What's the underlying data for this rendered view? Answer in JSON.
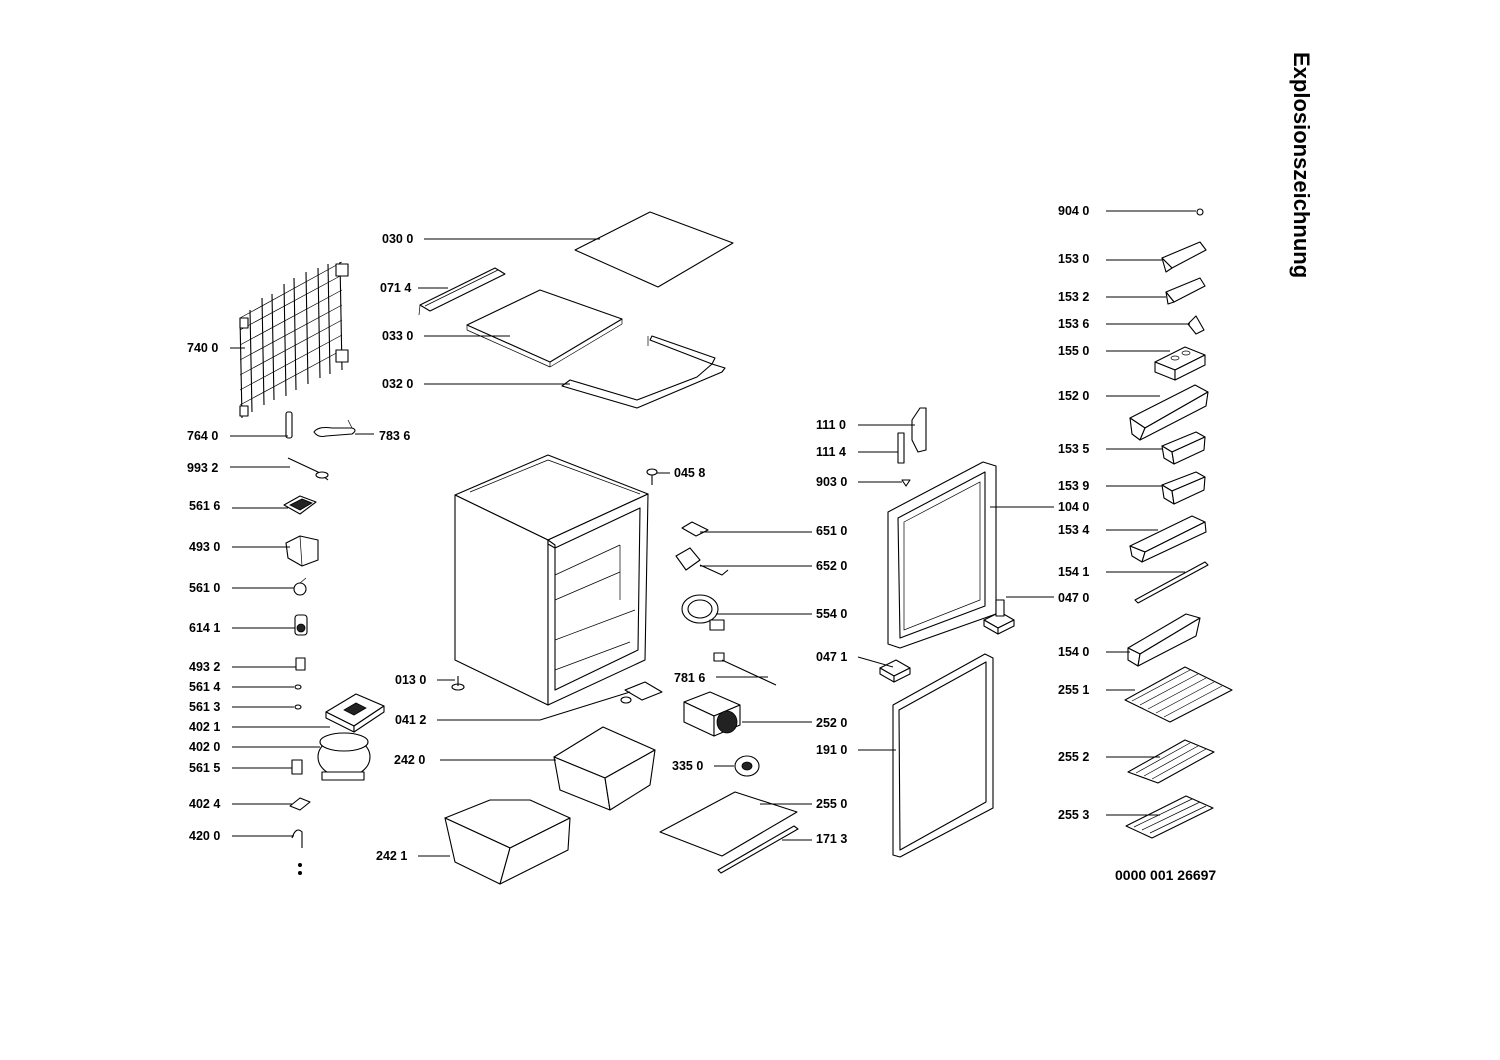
{
  "title": "Explosionszeichnung",
  "document_number": "0000 001 26697",
  "labels": {
    "p0300": "030 0",
    "p0714": "071 4",
    "p0330": "033 0",
    "p0320": "032 0",
    "p7400": "740 0",
    "p7640": "764 0",
    "p7836": "783 6",
    "p9932": "993 2",
    "p5616": "561 6",
    "p4930": "493 0",
    "p5610": "561 0",
    "p6141": "614 1",
    "p4932": "493 2",
    "p5614": "561 4",
    "p5613": "561 3",
    "p4021": "402 1",
    "p4020": "402 0",
    "p5615": "561 5",
    "p4024": "402 4",
    "p4200": "420 0",
    "p0130": "013 0",
    "p0412": "041 2",
    "p2420": "242 0",
    "p2421": "242 1",
    "p0458": "045 8",
    "p6510": "651 0",
    "p6520": "652 0",
    "p5540": "554 0",
    "p7816": "781 6",
    "p2520": "252 0",
    "p3350": "335 0",
    "p2550": "255 0",
    "p1713": "171 3",
    "p1110": "111 0",
    "p1114": "111 4",
    "p9030": "903 0",
    "p1040": "104 0",
    "p0471": "047 1",
    "p1910": "191 0",
    "p9040": "904 0",
    "p1530": "153 0",
    "p1532": "153 2",
    "p1536": "153 6",
    "p1550": "155 0",
    "p1520": "152 0",
    "p1535": "153 5",
    "p1539": "153 9",
    "p1534": "153 4",
    "p1541": "154 1",
    "p0470": "047 0",
    "p1540": "154 0",
    "p2551": "255 1",
    "p2552": "255 2",
    "p2553": "255 3"
  }
}
